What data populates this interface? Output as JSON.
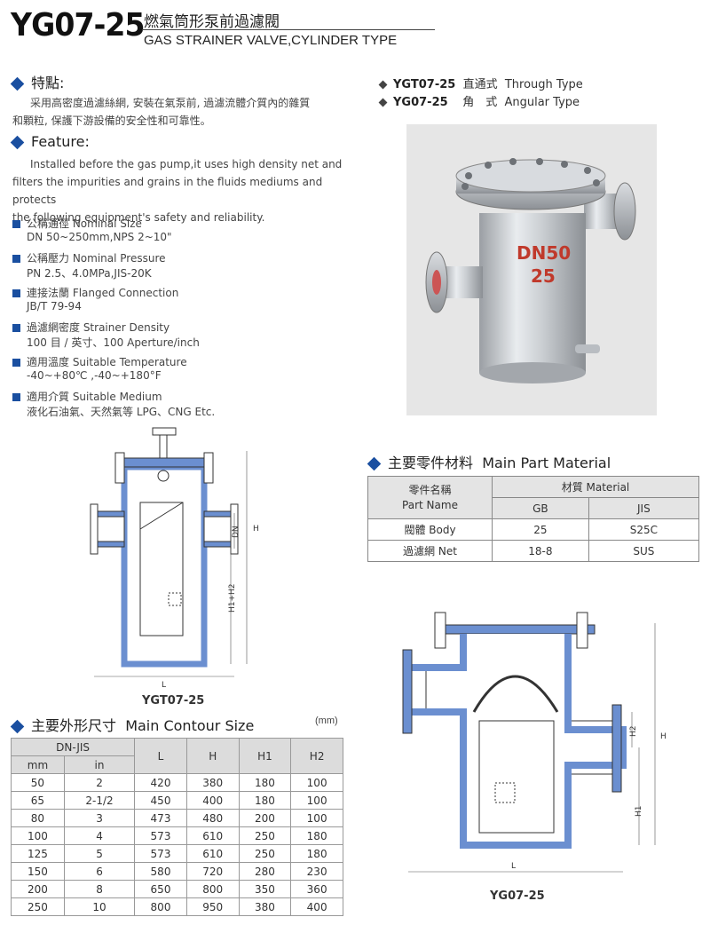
{
  "header": {
    "model": "YG07-25",
    "title_cn": "燃氣筒形泵前過濾閥",
    "title_en": "GAS STRAINER VALVE,CYLINDER TYPE"
  },
  "features_cn": {
    "heading": "特點:",
    "text_line1": "采用高密度過濾絲網, 安裝在氣泵前, 過濾流體介質內的雜質",
    "text_line2": "和顆粒, 保護下游設備的安全性和可靠性。"
  },
  "features_en": {
    "heading": "Feature:",
    "text_line1": "Installed before the gas pump,it uses high density net and",
    "text_line2": "filters the impurities and grains in the fluids mediums and protects",
    "text_line3": "the following equipment's safety and reliability."
  },
  "specs": [
    {
      "label": "公稱通徑  Nominal Size",
      "value": "DN 50~250mm,NPS 2~10\""
    },
    {
      "label": "公稱壓力  Nominal Pressure",
      "value": "PN 2.5、4.0MPa,JIS-20K"
    },
    {
      "label": "連接法蘭  Flanged Connection",
      "value": "JB/T 79-94"
    },
    {
      "label": "過濾網密度  Strainer Density",
      "value": "100 目 / 英寸、100 Aperture/inch"
    },
    {
      "label": "適用溫度  Suitable Temperature",
      "value": "-40~+80℃ ,-40~+180°F"
    },
    {
      "label": "適用介質  Suitable Medium",
      "value": "液化石油氣、天然氣等 LPG、CNG Etc."
    }
  ],
  "types": [
    {
      "code": "YGT07-25",
      "cn": "直通式",
      "en": "Through Type"
    },
    {
      "code": "YG07-25",
      "cn": "角　式",
      "en": "Angular Type"
    }
  ],
  "photo": {
    "label_line1": "DN50",
    "label_line2": "25"
  },
  "material": {
    "heading_cn": "主要零件材料",
    "heading_en": "Main Part Material",
    "col_part_cn": "零件名稱",
    "col_part_en": "Part Name",
    "col_material": "材質 Material",
    "col_gb": "GB",
    "col_jis": "JIS",
    "rows": [
      {
        "part": "閥體 Body",
        "gb": "25",
        "jis": "S25C"
      },
      {
        "part": "過濾網 Net",
        "gb": "18-8",
        "jis": "SUS"
      }
    ]
  },
  "drawings": {
    "through_caption": "YGT07-25",
    "angular_caption": "YG07-25",
    "dim_L": "L",
    "dim_H": "H",
    "dim_DN": "DN",
    "dim_H1H2": "H1+H2",
    "dim_H1": "H1",
    "dim_H2": "H2"
  },
  "contour": {
    "heading_cn": "主要外形尺寸",
    "heading_en": "Main Contour Size",
    "unit": "(mm)",
    "col_dnjis": "DN-JIS",
    "col_mm": "mm",
    "col_in": "in",
    "col_L": "L",
    "col_H": "H",
    "col_H1": "H1",
    "col_H2": "H2",
    "rows": [
      {
        "mm": "50",
        "in": "2",
        "L": "420",
        "H": "380",
        "H1": "180",
        "H2": "100"
      },
      {
        "mm": "65",
        "in": "2-1/2",
        "L": "450",
        "H": "400",
        "H1": "180",
        "H2": "100"
      },
      {
        "mm": "80",
        "in": "3",
        "L": "473",
        "H": "480",
        "H1": "200",
        "H2": "100"
      },
      {
        "mm": "100",
        "in": "4",
        "L": "573",
        "H": "610",
        "H1": "250",
        "H2": "180"
      },
      {
        "mm": "125",
        "in": "5",
        "L": "573",
        "H": "610",
        "H1": "250",
        "H2": "180"
      },
      {
        "mm": "150",
        "in": "6",
        "L": "580",
        "H": "720",
        "H1": "280",
        "H2": "230"
      },
      {
        "mm": "200",
        "in": "8",
        "L": "650",
        "H": "800",
        "H1": "350",
        "H2": "360"
      },
      {
        "mm": "250",
        "in": "10",
        "L": "800",
        "H": "950",
        "H1": "380",
        "H2": "400"
      }
    ]
  },
  "colors": {
    "accent": "#1a4fa0",
    "drawing_fill": "#6b8fd0"
  }
}
